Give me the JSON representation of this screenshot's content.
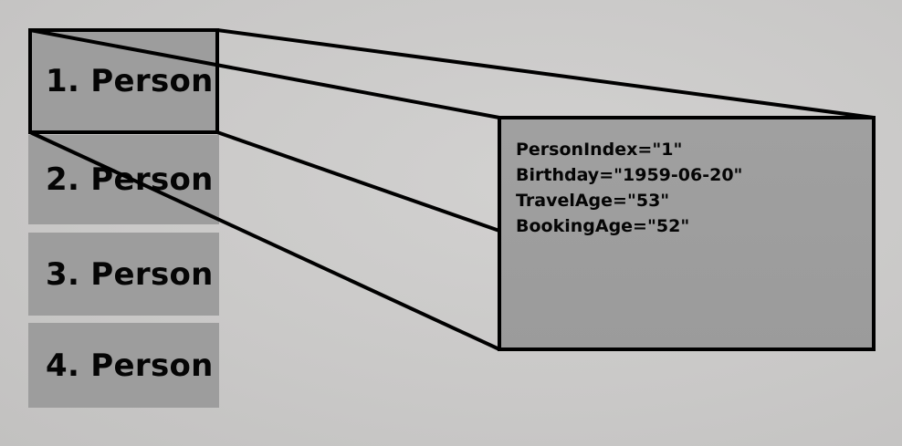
{
  "persons": [
    {
      "label": "1. Person"
    },
    {
      "label": "2. Person"
    },
    {
      "label": "3. Person"
    },
    {
      "label": "4. Person"
    }
  ],
  "detail": {
    "lines": [
      "PersonIndex=\"1\"",
      "Birthday=\"1959-06-20\"",
      "TravelAge=\"53\"",
      "BookingAge=\"52\""
    ]
  },
  "colors": {
    "background": "#cbcac9",
    "box_fill": "#9d9d9d",
    "stroke": "#000000"
  }
}
